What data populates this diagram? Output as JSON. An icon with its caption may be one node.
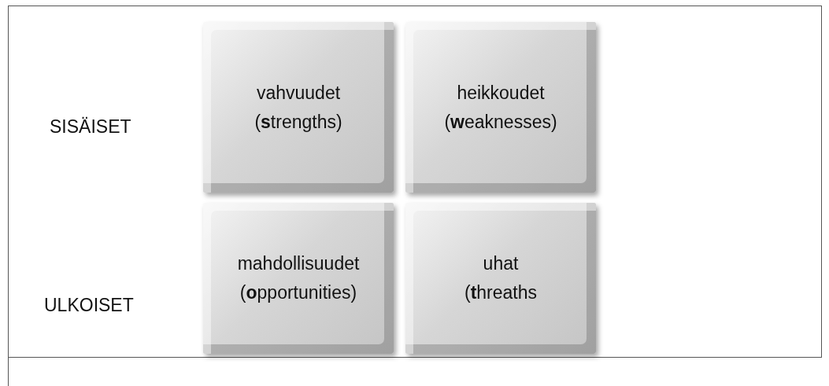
{
  "diagram": {
    "nodes": [
      {
        "text": [
          "vahvuudet",
          "(**s**trengths)"
        ]
      },
      {
        "text": [
          "heikkoudet",
          "(**w**eaknesses)"
        ]
      },
      {
        "text": [
          "mahdollisuudet",
          "(**o**pportunities)"
        ]
      },
      {
        "text": [
          "uhat",
          "(**t**hreaths"
        ]
      }
    ],
    "edges": [],
    "labels": [
      "SISÄISET",
      "ULKOISET"
    ]
  }
}
